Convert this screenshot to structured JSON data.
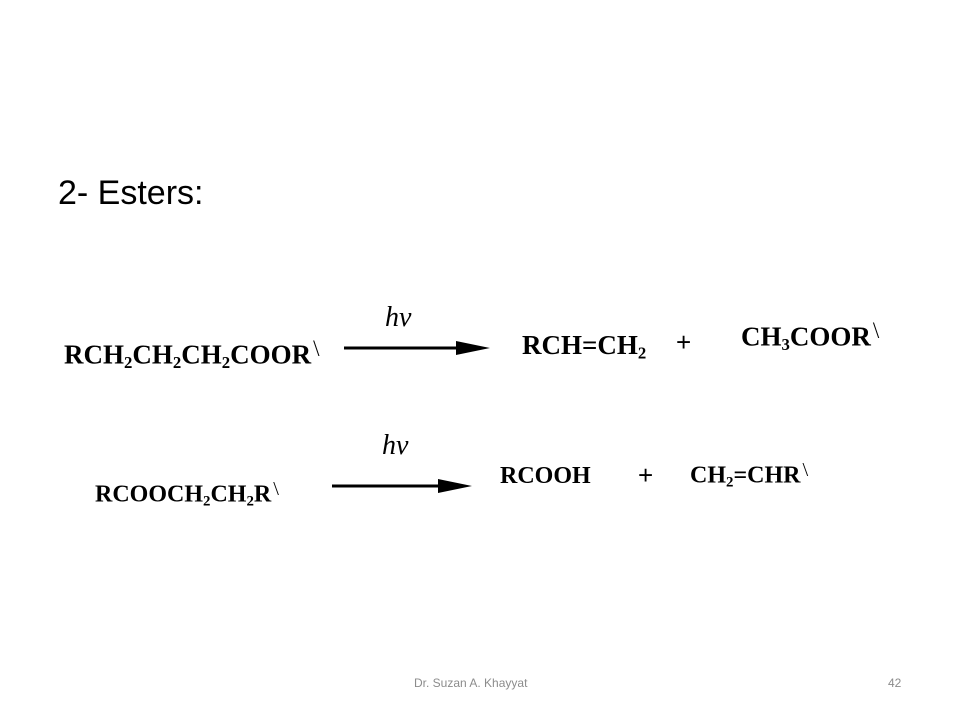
{
  "slide": {
    "title": "2- Esters:",
    "reactions": [
      {
        "reactant": {
          "parts": [
            "RCH",
            "2",
            "CH",
            "2",
            "CH",
            "2",
            "COOR"
          ],
          "prime": "\\"
        },
        "condition": "hν",
        "product1": {
          "parts": [
            "RCH=CH",
            "2"
          ]
        },
        "plus": "+",
        "product2": {
          "parts": [
            "CH",
            "3",
            "COOR"
          ],
          "prime": "\\"
        }
      },
      {
        "reactant": {
          "parts": [
            "RCOOCH",
            "2",
            "CH",
            "2",
            "R"
          ],
          "prime": "\\"
        },
        "condition": "hν",
        "product1": {
          "parts": [
            "RCOOH"
          ]
        },
        "plus": "+",
        "product2": {
          "parts": [
            "CH",
            "2",
            "=CHR"
          ],
          "prime": "\\"
        }
      }
    ]
  },
  "footer": {
    "author": "Dr. Suzan A. Khayyat",
    "page_number": "42"
  }
}
